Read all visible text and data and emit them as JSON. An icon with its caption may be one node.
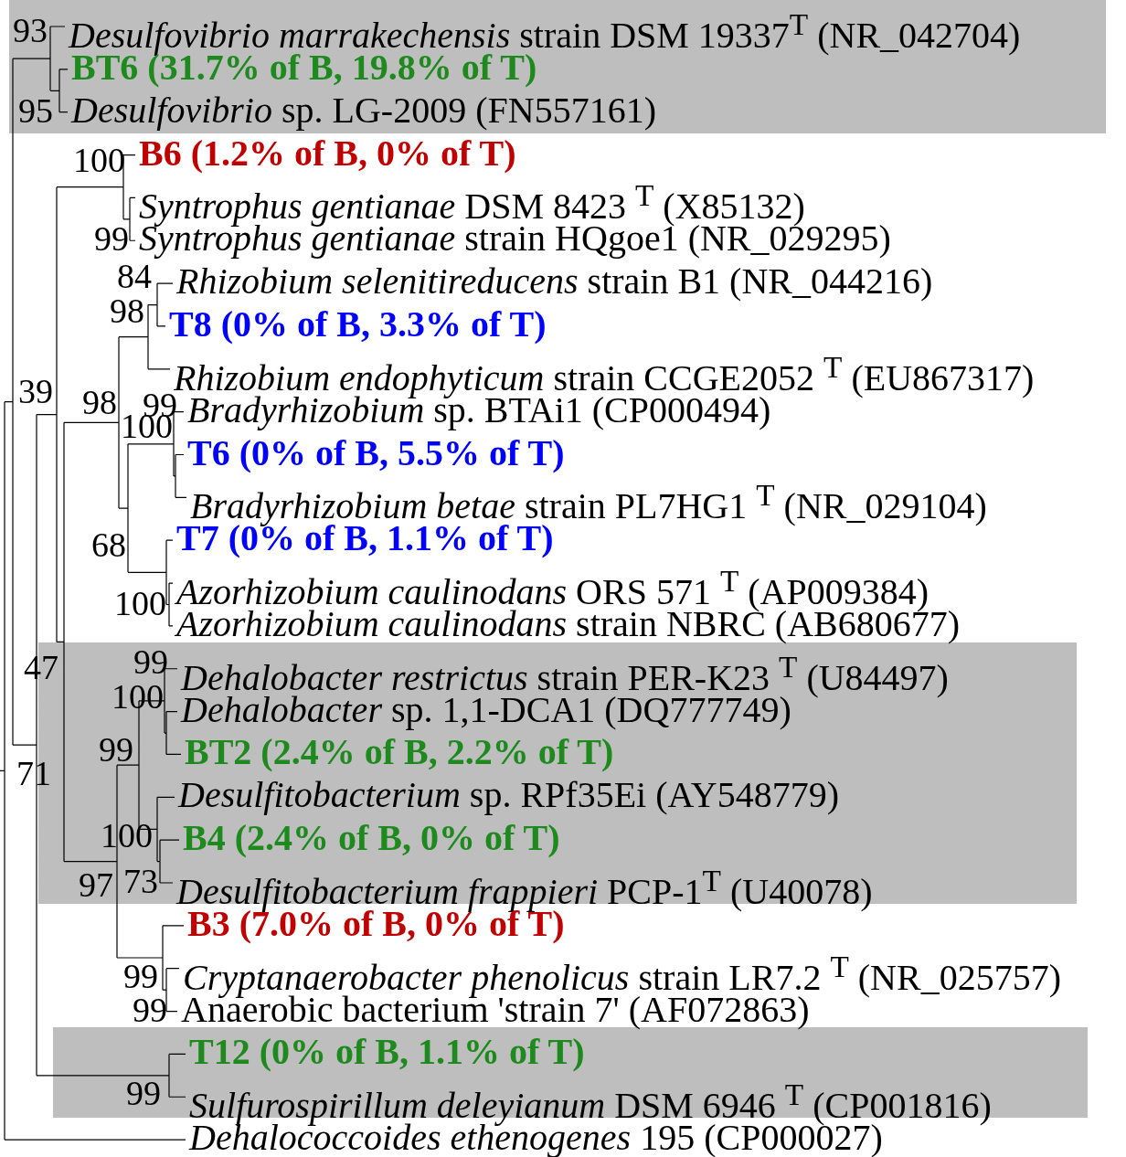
{
  "diagram": {
    "nodes": [
      {
        "text": [],
        "shape": "band"
      },
      {
        "text": [
          "*Desulfovibrio marrakechensis* strain DSM 19337$^{T}$ (NR_042704)"
        ],
        "in": 0
      },
      {
        "text": [
          "BT6 (31.7% of B, 19.8% of T)"
        ],
        "in": 0
      },
      {
        "text": [
          "*Desulfovibrio* sp. LG-2009 (FN557161)"
        ],
        "in": 0
      },
      {
        "text": [
          "B6 (1.2% of B, 0% of T)"
        ]
      },
      {
        "text": [
          "*Syntrophus gentianae* DSM 8423 $^{T}$ (X85132)"
        ]
      },
      {
        "text": [
          "*Syntrophus gentianae* strain HQgoe1 (NR_029295)"
        ]
      },
      {
        "text": [
          "*Rhizobium selenitireducens* strain B1 (NR_044216)"
        ]
      },
      {
        "text": [
          "T8 (0% of B, 3.3% of T)"
        ]
      },
      {
        "text": [
          "*Rhizobium endophyticum* strain CCGE2052 $^{T}$ (EU867317)"
        ]
      },
      {
        "text": [
          "*Bradyrhizobium* sp. BTAi1 (CP000494)"
        ]
      },
      {
        "text": [
          "T6 (0% of B, 5.5% of T)"
        ]
      },
      {
        "text": [
          "*Bradyrhizobium betae* strain PL7HG1 $^{T}$ (NR_029104)"
        ]
      },
      {
        "text": [
          "T7 (0% of B, 1.1% of T)"
        ]
      },
      {
        "text": [
          "*Azorhizobium caulinodans* ORS 571 $^{T}$ (AP009384)"
        ]
      },
      {
        "text": [
          "*Azorhizobium caulinodans* strain NBRC (AB680677)"
        ]
      },
      {
        "text": [],
        "shape": "band"
      },
      {
        "text": [
          "*Dehalobacter restrictus* strain PER-K23 $^{T}$ (U84497)"
        ],
        "in": 16
      },
      {
        "text": [
          "*Dehalobacter* sp. 1,1-DCA1 (DQ777749)"
        ],
        "in": 16
      },
      {
        "text": [
          "BT2 (2.4% of B, 2.2% of T)"
        ],
        "in": 16
      },
      {
        "text": [
          "*Desulfitobacterium* sp. RPf35Ei (AY548779)"
        ],
        "in": 16
      },
      {
        "text": [
          "B4 (2.4% of B, 0% of T)"
        ],
        "in": 16
      },
      {
        "text": [
          "*Desulfitobacterium frappieri* PCP-1$^{T}$ (U40078)"
        ],
        "in": 16
      },
      {
        "text": [
          "B3 (7.0% of B, 0% of T)"
        ]
      },
      {
        "text": [
          "*Cryptanaerobacter phenolicus* strain LR7.2 $^{T}$ (NR_025757)"
        ]
      },
      {
        "text": [
          "Anaerobic bacterium 'strain 7' (AF072863)"
        ]
      },
      {
        "text": [],
        "shape": "band"
      },
      {
        "text": [
          "T12 (0% of B, 1.1% of T)"
        ],
        "in": 26
      },
      {
        "text": [
          "*Sulfurospirillum deleyianum* DSM 6946 $^{T}$ (CP001816)"
        ],
        "in": 26
      },
      {
        "text": [
          "*Dehalococcoides ethenogenes* 195 (CP000027)"
        ]
      }
    ],
    "labels": [
      "93",
      "95",
      "100",
      "99",
      "84",
      "98",
      "39",
      "98",
      "99",
      "100",
      "68",
      "100",
      "99",
      "47",
      "100",
      "99",
      "71",
      "100",
      "97",
      "73",
      "99",
      "99",
      "99"
    ]
  }
}
